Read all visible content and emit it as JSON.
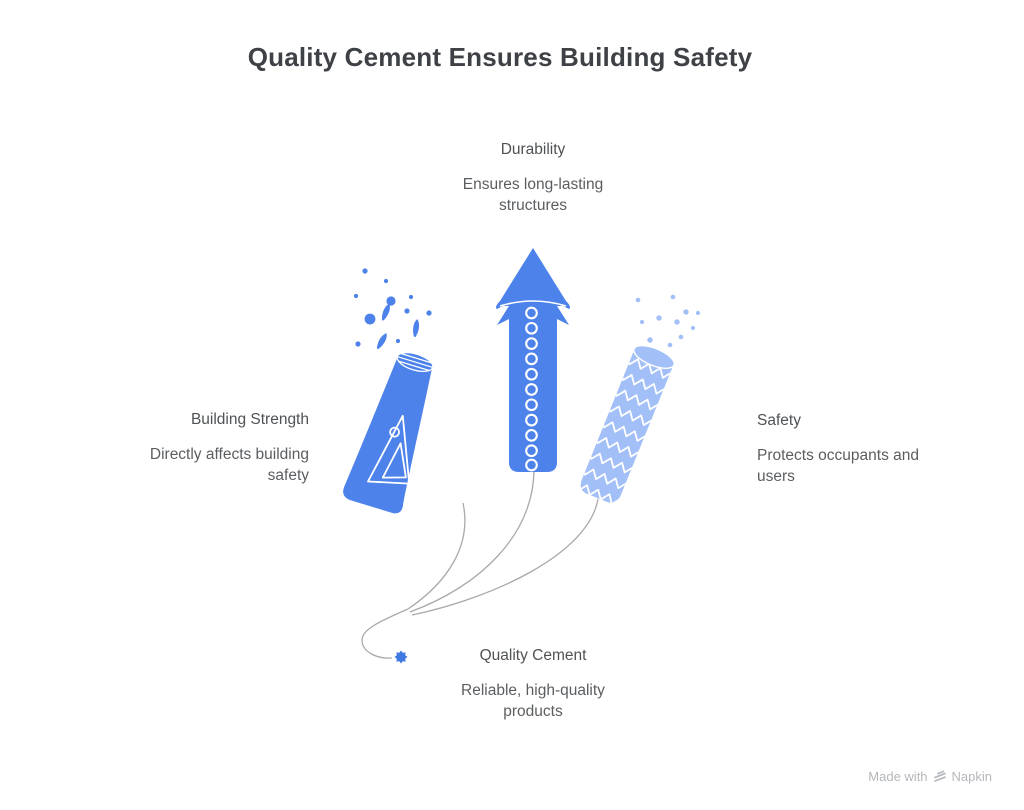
{
  "title": "Quality Cement Ensures Building Safety",
  "nodes": {
    "durability": {
      "heading": "Durability",
      "description": "Ensures long-lasting structures"
    },
    "building_strength": {
      "heading": "Building Strength",
      "description": "Directly affects building safety"
    },
    "safety": {
      "heading": "Safety",
      "description": "Protects occupants and users"
    },
    "quality_cement": {
      "heading": "Quality Cement",
      "description": "Reliable, high-quality products"
    }
  },
  "watermark": {
    "made_with": "Made with",
    "brand": "Napkin"
  },
  "colors": {
    "rocket_blue": "#4c82e9",
    "rocket_light_blue": "#a2bff7",
    "fuse_gray": "#a9a9a9",
    "spark_dot_blue": "#3f78e0",
    "title_color": "#3e4145",
    "label_color": "#5b5e61",
    "watermark_color": "#b4b7bb",
    "background": "#ffffff"
  }
}
